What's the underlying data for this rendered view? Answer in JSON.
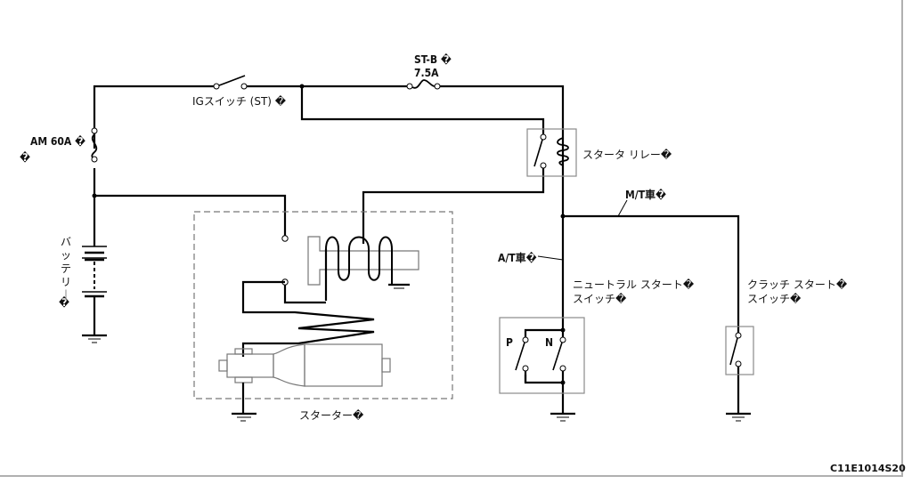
{
  "diagram": {
    "title": "Starting system wiring diagram",
    "figure_code": "C11E1014S20",
    "labels": {
      "am_fuse": "AM 60A �",
      "am_fuse_extra": "�",
      "ig_switch": "IGスイッチ (ST) �",
      "stb_fuse_name": "ST-B �",
      "stb_fuse_rating": "7.5A",
      "starter_relay": "スタータ リレー�",
      "mt_vehicle": "M/T車�",
      "at_vehicle": "A/T車�",
      "battery": "バッテリー",
      "battery_extra": "�",
      "neutral_start_switch_line1": "ニュートラル スタート�",
      "neutral_start_switch_line2": "スイッチ�",
      "clutch_start_switch_line1": "クラッチ スタート�",
      "clutch_start_switch_line2": "スイッチ�",
      "park_contact": "P",
      "neutral_contact": "N",
      "starter": "スターター�"
    },
    "components": [
      {
        "id": "battery",
        "type": "battery"
      },
      {
        "id": "am-fuse",
        "type": "fuse",
        "rating": "60A"
      },
      {
        "id": "ig-switch",
        "type": "switch",
        "position": "ST"
      },
      {
        "id": "st-b-fuse",
        "type": "fuse",
        "rating": "7.5A"
      },
      {
        "id": "starter-relay",
        "type": "relay"
      },
      {
        "id": "neutral-start-switch",
        "type": "switch",
        "contacts": [
          "P",
          "N"
        ],
        "applies_to": "A/T"
      },
      {
        "id": "clutch-start-switch",
        "type": "switch",
        "applies_to": "M/T"
      },
      {
        "id": "starter",
        "type": "starter-motor"
      }
    ]
  }
}
